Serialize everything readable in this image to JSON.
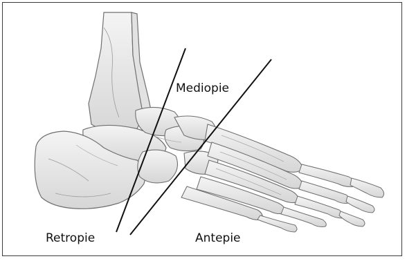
{
  "figure": {
    "labels": {
      "mediopie": "Mediopie",
      "retropie": "Retropie",
      "antepie": "Antepie"
    },
    "colors": {
      "bone_fill": "#ebebeb",
      "bone_stroke": "#6f6f6f",
      "shadow": "#a8a8a8",
      "divider": "#111111"
    }
  }
}
